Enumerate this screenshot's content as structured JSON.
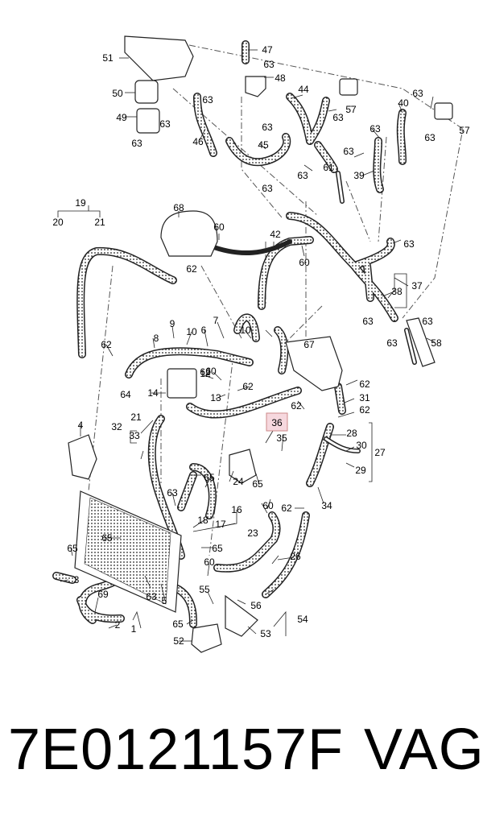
{
  "callouts": [
    "1",
    "2",
    "3",
    "4",
    "5",
    "6",
    "7",
    "8",
    "9",
    "10",
    "10",
    "12",
    "13",
    "14",
    "16",
    "17",
    "18",
    "19",
    "20",
    "21",
    "21",
    "23",
    "24",
    "26",
    "27",
    "28",
    "29",
    "30",
    "31",
    "32",
    "33",
    "34",
    "35",
    "36",
    "37",
    "38",
    "39",
    "40",
    "42",
    "44",
    "45",
    "46",
    "47",
    "48",
    "49",
    "50",
    "51",
    "52",
    "53",
    "54",
    "55",
    "56",
    "57",
    "57",
    "58",
    "60",
    "60",
    "60",
    "60",
    "60",
    "61",
    "62",
    "62",
    "62",
    "62",
    "62",
    "62",
    "62",
    "62",
    "63",
    "63",
    "63",
    "63",
    "63",
    "63",
    "63",
    "63",
    "63",
    "63",
    "63",
    "63",
    "63",
    "63",
    "63",
    "63",
    "63",
    "63",
    "64",
    "65",
    "65",
    "65",
    "65",
    "65",
    "65",
    "67",
    "68",
    "69"
  ],
  "highlighted_callout": "36",
  "footer": {
    "part_number": "7E0121157F",
    "brand": "VAG"
  }
}
